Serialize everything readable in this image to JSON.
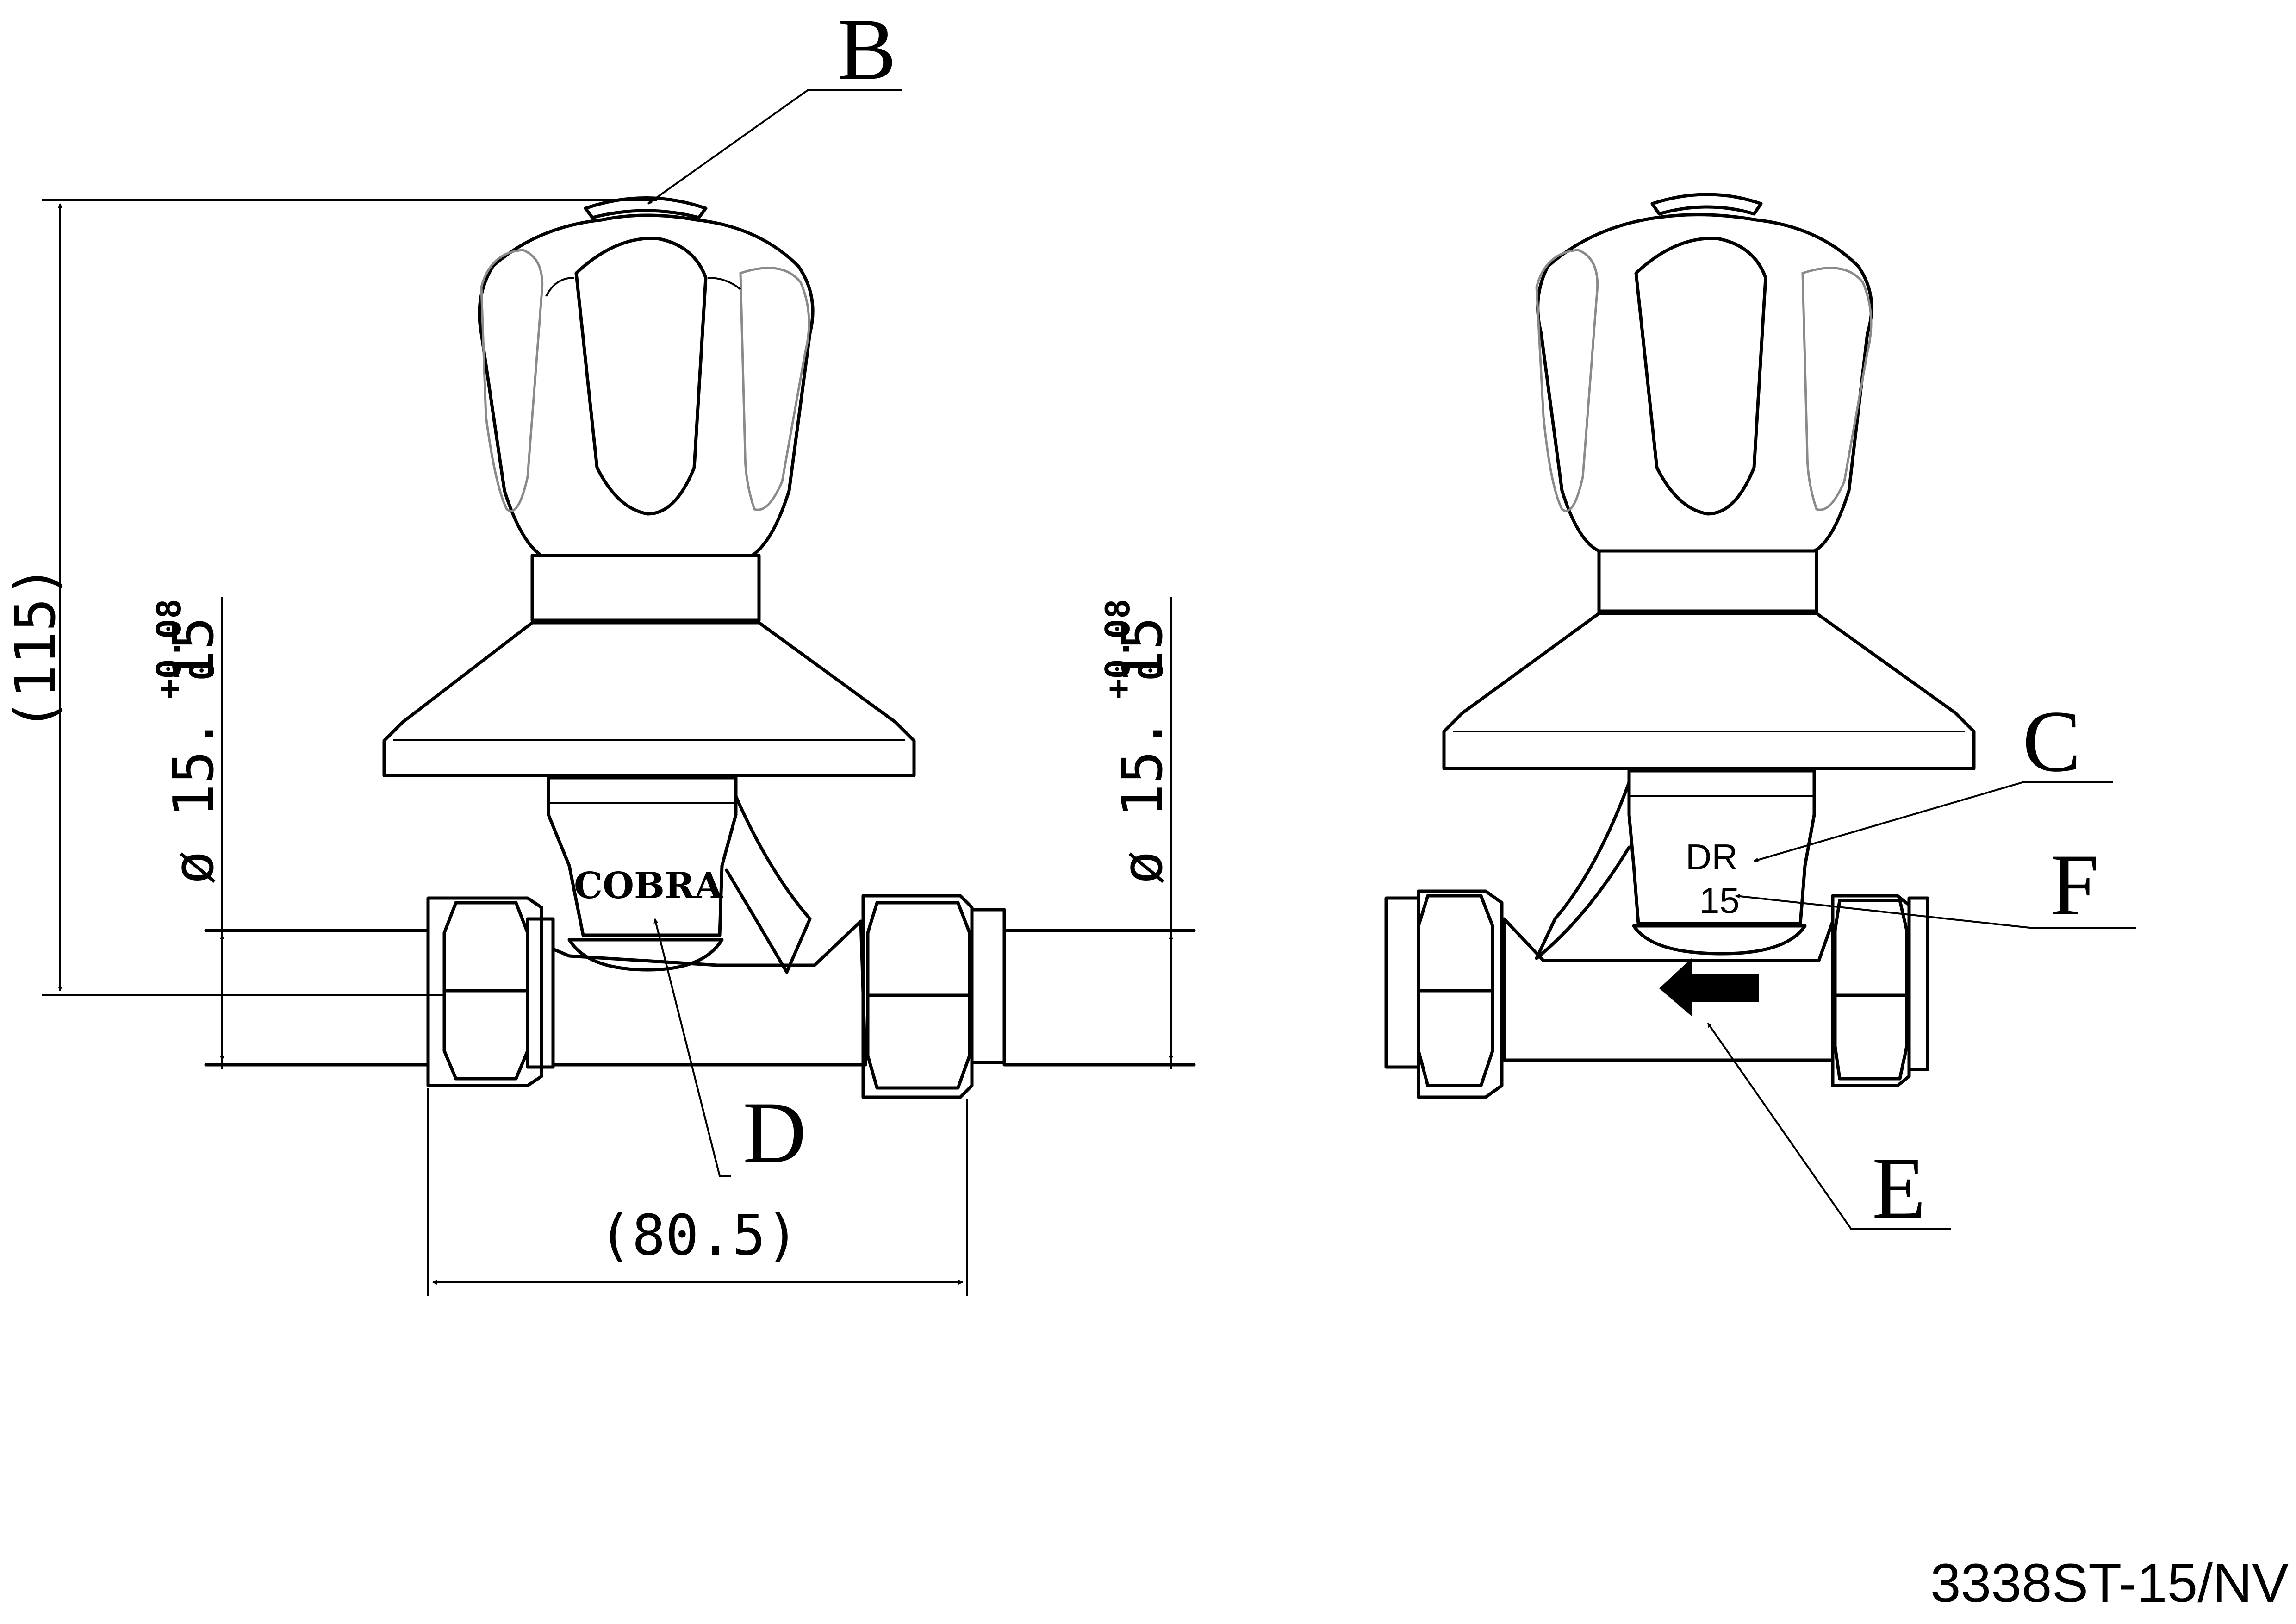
{
  "callouts": {
    "b": "B",
    "c": "C",
    "d": "D",
    "e": "E",
    "f": "F"
  },
  "dimensions": {
    "height": "(115)",
    "length": "(80.5)",
    "bore_left": "ø 15. 15",
    "bore_right": "ø 15. 15",
    "tol_upper": "+0.08",
    "tol_lower": "0"
  },
  "body_marks": {
    "brand": "COBRA",
    "size_prefix": "DR",
    "size": "15"
  },
  "part_number": "3338ST-15/NV"
}
